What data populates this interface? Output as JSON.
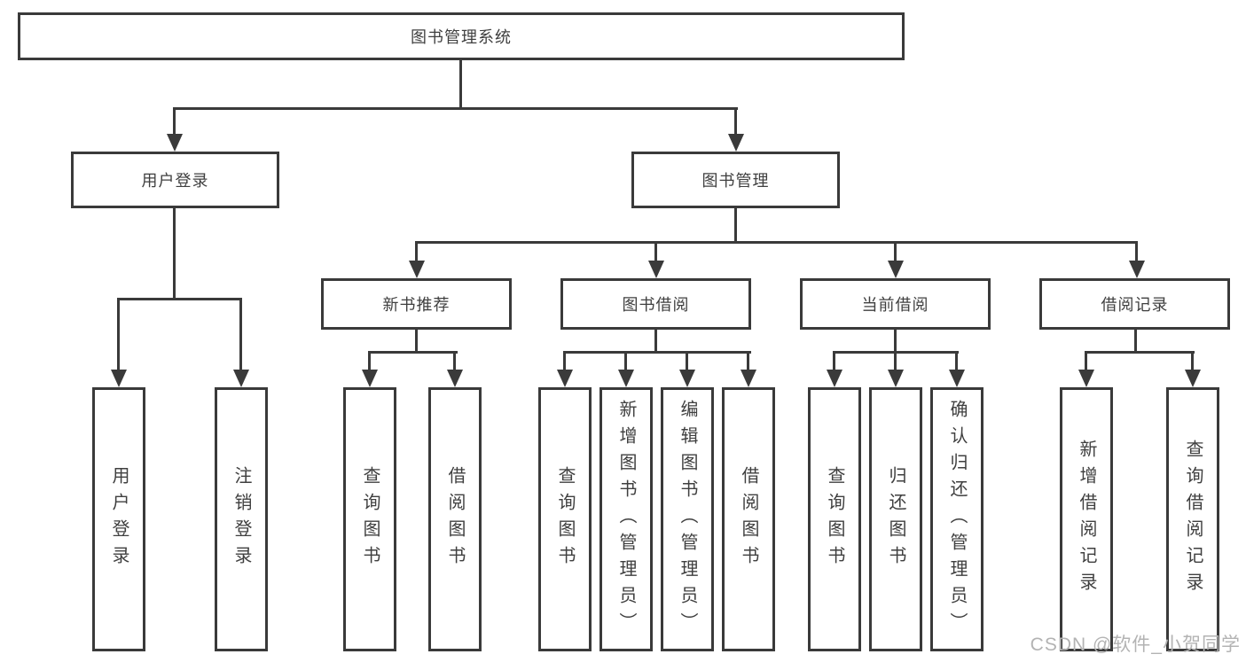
{
  "diagram": {
    "title": "图书管理系统",
    "type": "hierarchy-tree",
    "structure": {
      "图书管理系统": {
        "用户登录": [
          "用户登录",
          "注销登录"
        ],
        "图书管理": {
          "新书推荐": [
            "查询图书",
            "借阅图书"
          ],
          "图书借阅": [
            "查询图书",
            "新增图书（管理员）",
            "编辑图书（管理员）",
            "借阅图书"
          ],
          "当前借阅": [
            "查询图书",
            "归还图书",
            "确认归还（管理员）"
          ],
          "借阅记录": [
            "新增借阅记录",
            "查询借阅记录"
          ]
        }
      }
    }
  },
  "nodes": {
    "root": {
      "label": "图书管理系统"
    },
    "user_login": {
      "label": "用户登录"
    },
    "book_management": {
      "label": "图书管理"
    },
    "new_book_recommend": {
      "label": "新书推荐"
    },
    "book_borrow": {
      "label": "图书借阅"
    },
    "current_borrow": {
      "label": "当前借阅"
    },
    "borrow_record": {
      "label": "借阅记录"
    },
    "leaf_user_login": {
      "label": "用户登录"
    },
    "leaf_logout_login": {
      "label": "注销登录"
    },
    "leaf_query_book_recommend": {
      "label": "查询图书"
    },
    "leaf_borrow_book_recommend": {
      "label": "借阅图书"
    },
    "leaf_query_book_borrow": {
      "label": "查询图书"
    },
    "leaf_add_book_admin": {
      "label": "新增图书（管理员）"
    },
    "leaf_edit_book_admin": {
      "label": "编辑图书（管理员）"
    },
    "leaf_borrow_book_borrow": {
      "label": "借阅图书"
    },
    "leaf_query_book_current": {
      "label": "查询图书"
    },
    "leaf_return_book": {
      "label": "归还图书"
    },
    "leaf_confirm_return_admin": {
      "label": "确认归还（管理员）"
    },
    "leaf_add_borrow_record": {
      "label": "新增借阅记录"
    },
    "leaf_query_borrow_record": {
      "label": "查询借阅记录"
    }
  },
  "watermark": {
    "text": "CSDN @软件_小贺同学"
  },
  "colors": {
    "line": "#3a3a3a",
    "text": "#3f3f3f",
    "box_bg": "#ffffff",
    "watermark": "#b3b3b3"
  }
}
